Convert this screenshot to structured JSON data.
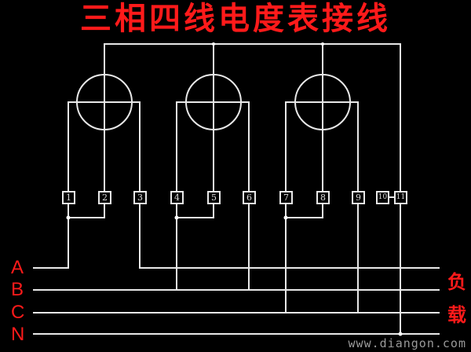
{
  "title": "三相四线电度表接线",
  "phase_labels": [
    "A",
    "B",
    "C",
    "N"
  ],
  "load_label": [
    "负",
    "载"
  ],
  "terminals": [
    "1",
    "2",
    "3",
    "4",
    "5",
    "6",
    "7",
    "8",
    "9",
    "10",
    "11"
  ],
  "watermark": "www.diangon.com",
  "colors": {
    "background": "#000000",
    "wire": "#e8e8e8",
    "label": "#ff1a1a"
  }
}
